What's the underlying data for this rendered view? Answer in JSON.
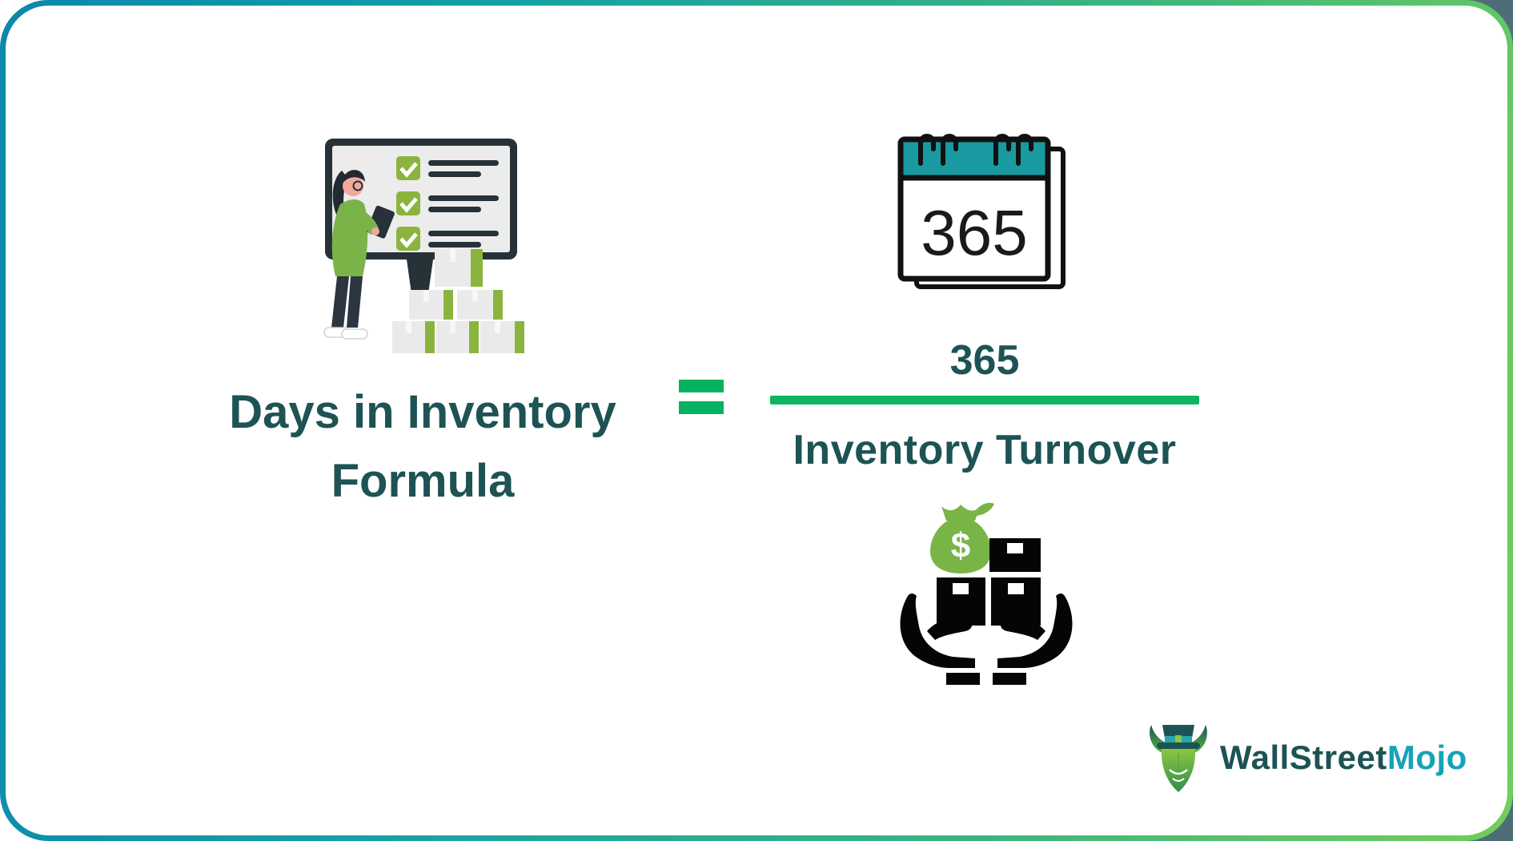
{
  "frame": {
    "card_color": "#ffffff",
    "corner_backdrop_color": "#4d6e77",
    "border_gradient_start": "#0b87ac",
    "border_gradient_mid": "#14a0a6",
    "border_gradient_end": "#72ce5b"
  },
  "title": {
    "line1": "Days in Inventory",
    "line2": "Formula",
    "color": "#1d5354"
  },
  "equation": {
    "numerator": "365",
    "denominator": "Inventory Turnover",
    "equals_color": "#04b35f",
    "bar_color": "#0db55e",
    "text_color": "#1d5354"
  },
  "calendar_icon": {
    "label": "365",
    "header_color": "#1a9aa0",
    "outline_color": "#111111"
  },
  "turnover_icon": {
    "dollar_symbol": "$",
    "bag_color": "#79b447",
    "silhouette_color": "#050505"
  },
  "illustration": {
    "board_color": "#263238",
    "screen_color": "#ececec",
    "checkbox_color": "#8bb43f",
    "box_color": "#eaeaea",
    "box_stripe_color": "#8bb43f",
    "shirt_color": "#7ab449"
  },
  "logo": {
    "brand_part1": "WallStreet",
    "brand_part2": "Mojo",
    "part1_color": "#1d5354",
    "part2_color": "#16a3b5"
  }
}
